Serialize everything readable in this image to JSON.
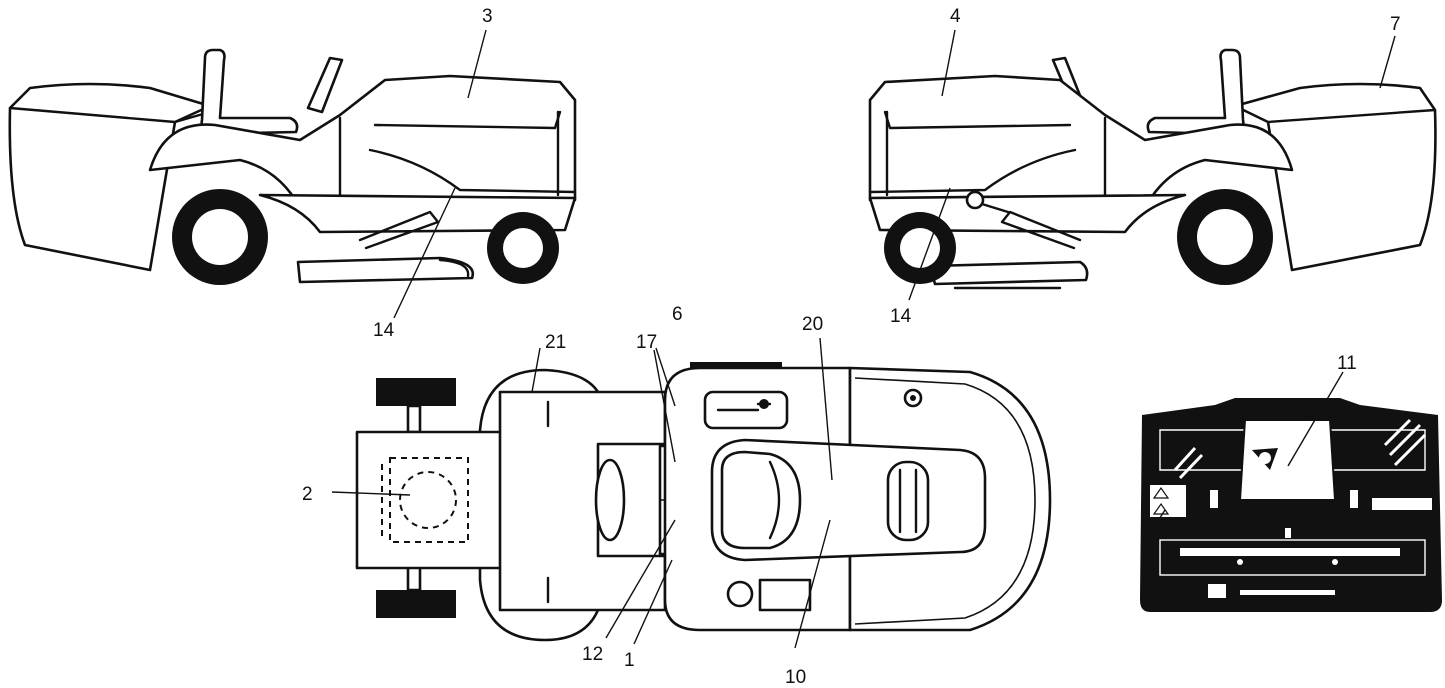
{
  "callouts": {
    "c1": "1",
    "c2": "2",
    "c3": "3",
    "c4": "4",
    "c6": "6",
    "c7": "7",
    "c10": "10",
    "c11": "11",
    "c12": "12",
    "c14_left": "14",
    "c14_right": "14",
    "c17": "17",
    "c20": "20",
    "c21": "21"
  },
  "icons": {
    "tractor_left_side": "tractor-left-side-view",
    "tractor_right_side": "tractor-right-side-view",
    "tractor_top": "tractor-top-view",
    "collector_rear": "grass-collector-rear-view"
  }
}
